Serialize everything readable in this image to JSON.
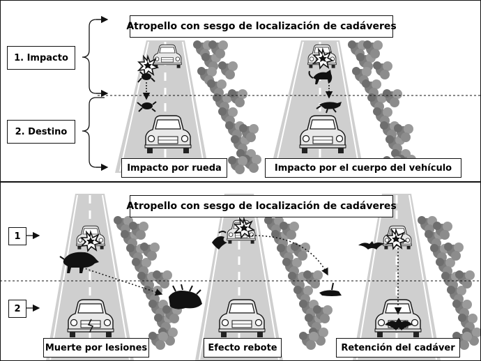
{
  "top_panel": {
    "title": "Atropello con sesgo de localización de cadáveres",
    "stage_1": "1. Impacto",
    "stage_2": "2. Destino",
    "scenes": [
      {
        "caption": "Impacto por rueda"
      },
      {
        "caption": "Impacto por el cuerpo del vehículo"
      }
    ]
  },
  "bottom_panel": {
    "title": "Atropello con sesgo de localización de cadáveres",
    "stage_1": "1",
    "stage_2": "2",
    "scenes": [
      {
        "caption": "Muerte por lesiones"
      },
      {
        "caption": "Efecto rebote"
      },
      {
        "caption": "Retención del cadáver"
      }
    ]
  },
  "colors": {
    "road": "#cfcfcf",
    "lane_line": "#ffffff",
    "vegetation": "#8a8a8a",
    "car": "#e6e6e6",
    "outline": "#111111"
  }
}
